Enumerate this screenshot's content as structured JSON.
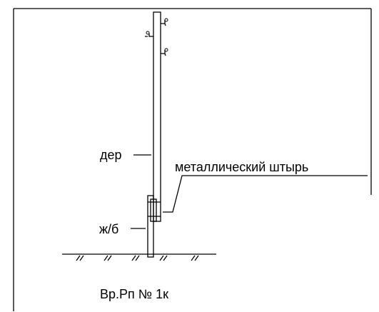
{
  "labels": {
    "wood": "дер",
    "concrete": "ж/б",
    "metal_pin": "металлический штырь",
    "caption": "Вр.Рп №  1к"
  },
  "colors": {
    "ink": "#000000",
    "paper": "#ffffff"
  }
}
